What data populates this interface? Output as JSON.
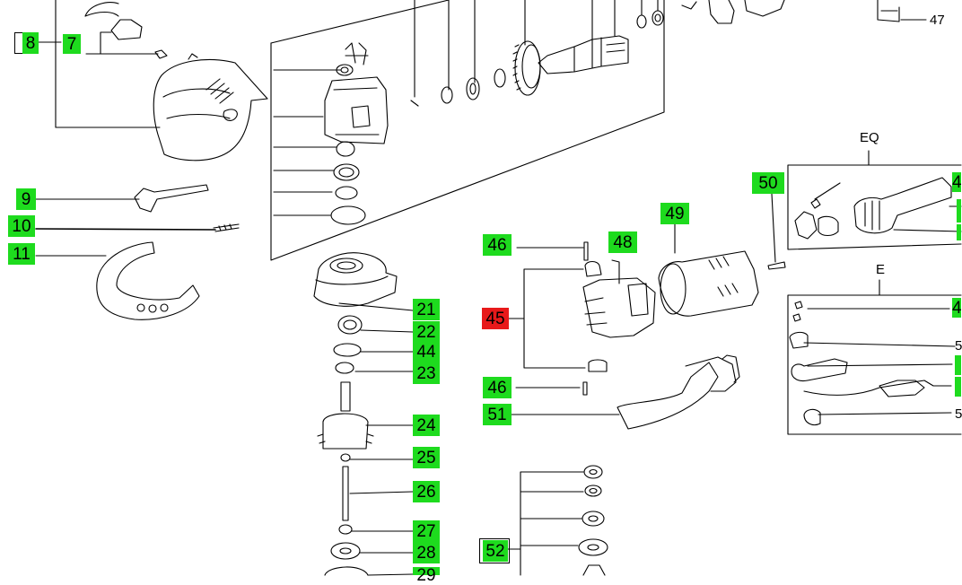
{
  "colors": {
    "callout_green": "#1edb1e",
    "callout_red": "#e8191a",
    "line": "#000000"
  },
  "callouts": {
    "c8": "8",
    "c7": "7",
    "c9": "9",
    "c10": "10",
    "c11": "11",
    "c21": "21",
    "c22": "22",
    "c44": "44",
    "c23": "23",
    "c24": "24",
    "c25": "25",
    "c26": "26",
    "c27": "27",
    "c28": "28",
    "c29": "29",
    "c45": "45",
    "c46a": "46",
    "c46b": "46",
    "c48": "48",
    "c49": "49",
    "c50": "50",
    "c51": "51",
    "c52": "52"
  },
  "plain_labels": {
    "p47": "47",
    "eq": "EQ",
    "e": "E"
  },
  "partial_labels": {
    "eq_top": "4",
    "e_top": "4",
    "e_5a": "5",
    "e_5b": "5"
  }
}
